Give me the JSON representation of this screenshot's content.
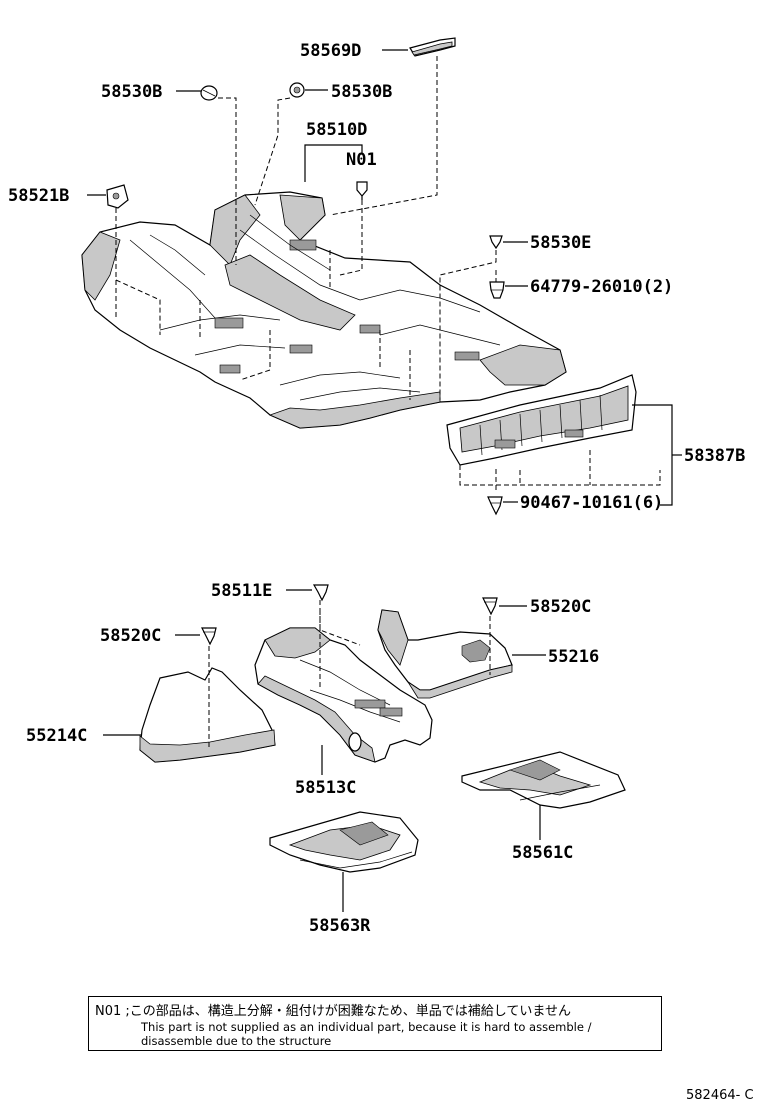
{
  "labels": {
    "p58569D": "58569D",
    "p58530B_left": "58530B",
    "p58530B_right": "58530B",
    "p58510D": "58510D",
    "pN01": "N01",
    "p58521B": "58521B",
    "p58530E": "58530E",
    "p64779": "64779-26010(2)",
    "p58387B": "58387B",
    "p90467": "90467-10161(6)",
    "p58511E": "58511E",
    "p58520C_left": "58520C",
    "p58520C_right": "58520C",
    "p55216": "55216",
    "p55214C": "55214C",
    "p58513C": "58513C",
    "p58561C": "58561C",
    "p58563R": "58563R"
  },
  "note": {
    "jp": "N01 ;この部品は、構造上分解・組付けが困難なため、単品では補給していません",
    "en_line1": "This part is not supplied as an individual part, because it is hard to assemble /",
    "en_line2": "disassemble due to the structure"
  },
  "ref_code": "582464- C"
}
